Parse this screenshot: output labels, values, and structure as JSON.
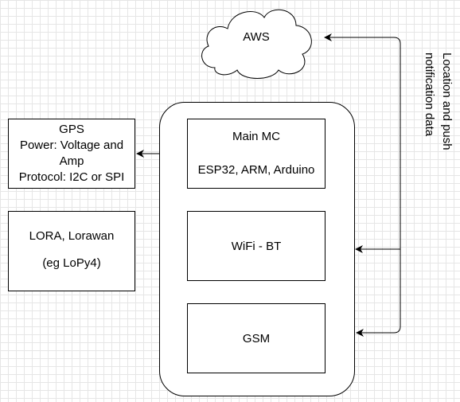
{
  "cloud": {
    "label": "AWS",
    "icon": "cloud-icon"
  },
  "gps": {
    "lines": [
      "GPS",
      "Power: Voltage and",
      "Amp",
      "Protocol: I2C or SPI"
    ]
  },
  "lora": {
    "lines": [
      "LORA, Lorawan",
      "(eg LoPy4)"
    ]
  },
  "main_mc": {
    "title": "Main MC",
    "subtitle": "ESP32, ARM, Arduino"
  },
  "wifi": {
    "label": "WiFi - BT"
  },
  "gsm": {
    "label": "GSM"
  },
  "connection": {
    "label_lines": [
      "Location and push",
      "notification data"
    ]
  },
  "colors": {
    "stroke": "#000000",
    "fill": "#ffffff",
    "grid": "#e6e6e6"
  }
}
